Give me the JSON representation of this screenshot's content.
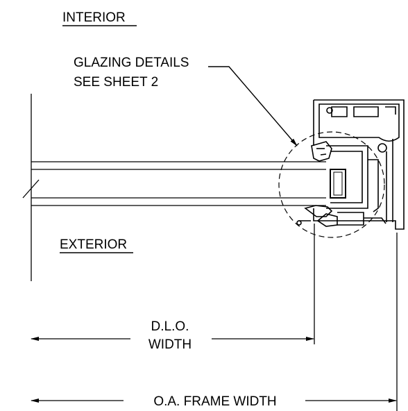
{
  "labels": {
    "interior": "INTERIOR",
    "exterior": "EXTERIOR",
    "callout_line1": "GLAZING DETAILS",
    "callout_line2": "SEE SHEET 2",
    "dlo_line1": "D.L.O.",
    "dlo_line2": "WIDTH",
    "oa_width": "O.A. FRAME WIDTH"
  }
}
